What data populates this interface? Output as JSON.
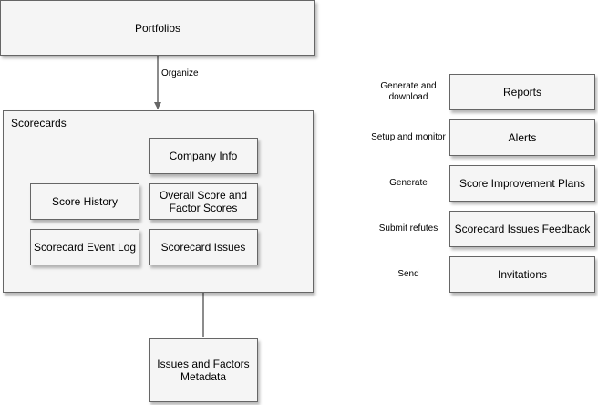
{
  "nodes": {
    "portfolios": "Portfolios",
    "scorecards": "Scorecards",
    "company_info": "Company Info",
    "score_history": "Score History",
    "overall_score": "Overall Score and Factor Scores",
    "event_log": "Scorecard Event Log",
    "scorecard_issues": "Scorecard Issues",
    "issues_metadata": "Issues and Factors Metadata",
    "reports": "Reports",
    "alerts": "Alerts",
    "improvement_plans": "Score Improvement Plans",
    "issues_feedback": "Scorecard Issues Feedback",
    "invitations": "Invitations"
  },
  "edges": {
    "organize": "Organize"
  },
  "actions": {
    "reports": "Generate and download",
    "alerts": "Setup and monitor",
    "improvement_plans": "Generate",
    "issues_feedback": "Submit refutes",
    "invitations": "Send"
  }
}
